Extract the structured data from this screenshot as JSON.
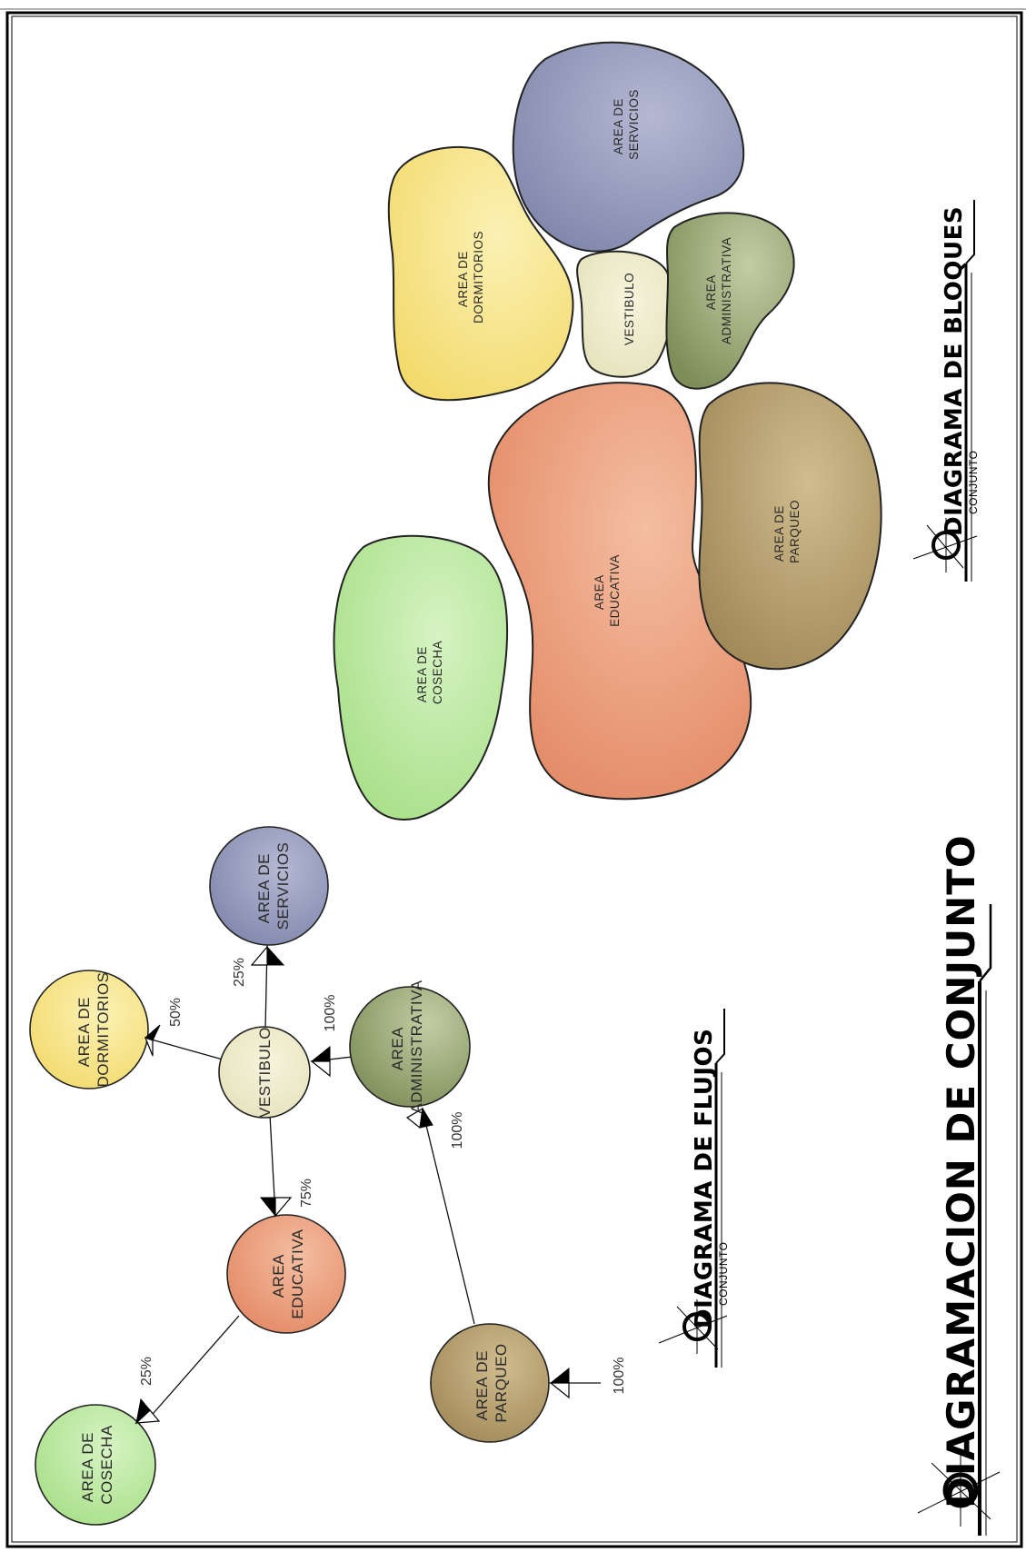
{
  "main_title": "DIAGRAMACION DE CONJUNTO",
  "flow_diagram": {
    "title": "DIAGRAMA DE FLUJOS",
    "subtitle": "CONJUNTO",
    "nodes": {
      "dormitorios": [
        "AREA DE",
        "DORMITORIOS"
      ],
      "servicios": [
        "AREA DE",
        "SERVICIOS"
      ],
      "vestibulo": [
        "VESTIBULO"
      ],
      "administrativa": [
        "AREA",
        "ADMINISTRATIVA"
      ],
      "educativa": [
        "AREA",
        "EDUCATIVA"
      ],
      "parqueo": [
        "AREA DE",
        "PARQUEO"
      ],
      "cosecha": [
        "AREA DE",
        "COSECHA"
      ]
    },
    "flows": [
      {
        "from": "vestibulo",
        "to": "dormitorios",
        "percent": "50%"
      },
      {
        "from": "vestibulo",
        "to": "servicios",
        "percent": "25%"
      },
      {
        "from": "administrativa",
        "to": "vestibulo",
        "percent": "100%"
      },
      {
        "from": "vestibulo",
        "to": "educativa",
        "percent": "75%"
      },
      {
        "from": "parqueo",
        "to": "administrativa",
        "percent": "100%"
      },
      {
        "from": "educativa",
        "to": "cosecha",
        "percent": "25%"
      },
      {
        "from": "entrance",
        "to": "parqueo",
        "percent": "100%"
      }
    ]
  },
  "block_diagram": {
    "title": "DIAGRAMA DE BLOQUES",
    "subtitle": "CONJUNTO",
    "blocks": {
      "servicios": [
        "AREA DE",
        "SERVICIOS"
      ],
      "dormitorios": [
        "AREA DE",
        "DORMITORIOS"
      ],
      "vestibulo": [
        "VESTIBULO"
      ],
      "administrativa": [
        "AREA",
        "ADMINISTRATIVA"
      ],
      "educativa": [
        "AREA",
        "EDUCATIVA"
      ],
      "parqueo": [
        "AREA DE",
        "PARQUEO"
      ],
      "cosecha": [
        "AREA DE",
        "COSECHA"
      ]
    }
  },
  "colors": {
    "dormitorios": "#f7e68a",
    "servicios": "#959bbd",
    "vestibulo": "#eeeccc",
    "administrativa": "#9bab79",
    "educativa": "#eb9f7c",
    "parqueo": "#b8a171",
    "cosecha": "#bde9a3"
  }
}
